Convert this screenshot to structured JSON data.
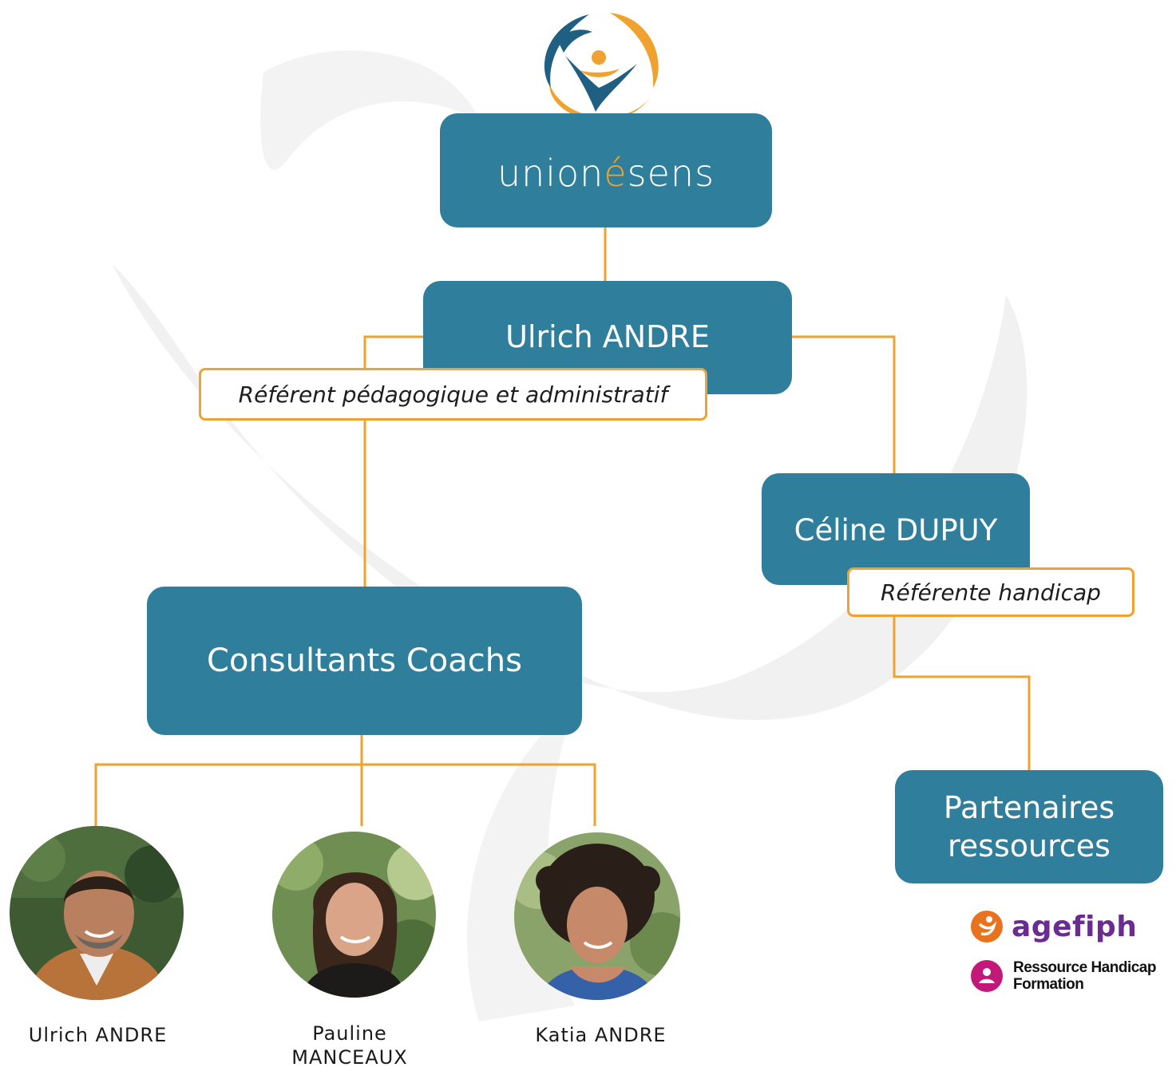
{
  "logo": {
    "brand_prefix": "union",
    "brand_accent": "é",
    "brand_suffix": "sens",
    "colors": {
      "blue": "#1F5F82",
      "orange": "#F0A22E",
      "teal_box": "#2F7F9C"
    }
  },
  "nodes": {
    "director": {
      "name": "Ulrich ANDRE",
      "role": "Référent pédagogique et administratif"
    },
    "disability": {
      "name": "Céline DUPUY",
      "role": "Référente handicap"
    },
    "coaches": {
      "label": "Consultants Coachs"
    },
    "partners": {
      "line1": "Partenaires",
      "line2": "ressources"
    }
  },
  "people": [
    {
      "name_line1": "Ulrich ANDRE",
      "name_line2": ""
    },
    {
      "name_line1": "Pauline",
      "name_line2": "MANCEAUX"
    },
    {
      "name_line1": "Katia ANDRE",
      "name_line2": ""
    }
  ],
  "partner_logos": {
    "agefiph": "agefiph",
    "rhf_line1": "Ressource Handicap",
    "rhf_line2": "Formation",
    "agefiph_color": "#6B2C91",
    "agefiph_icon_color": "#E8731E",
    "rhf_icon_color": "#C2187A"
  }
}
